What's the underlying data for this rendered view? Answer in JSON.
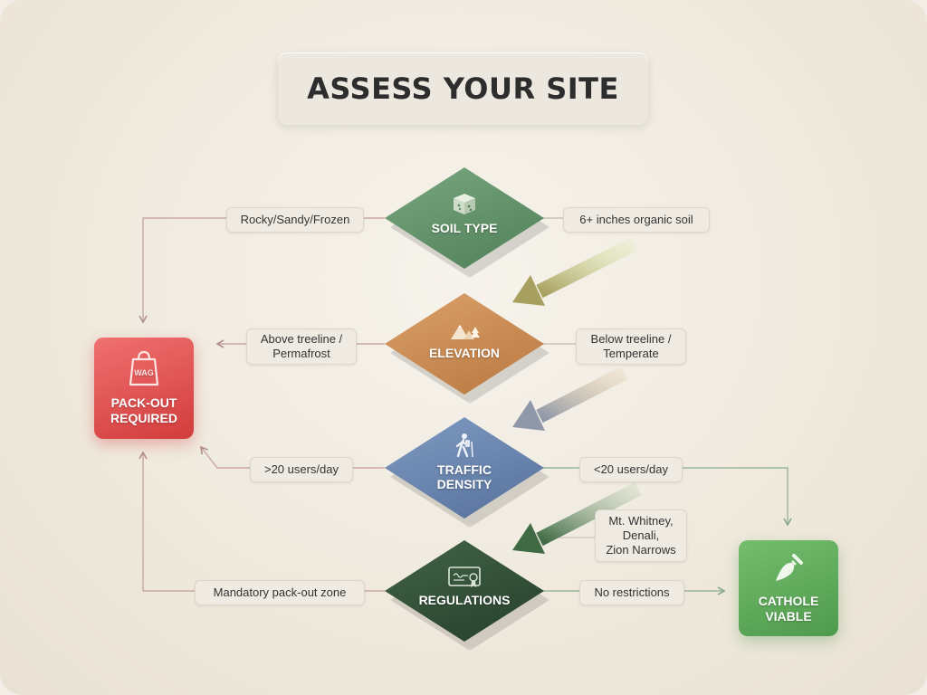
{
  "title": "ASSESS YOUR SITE",
  "nodes": {
    "soil": "SOIL TYPE",
    "elevation": "ELEVATION",
    "traffic": "TRAFFIC\nDENSITY",
    "regulations": "REGULATIONS"
  },
  "edges": {
    "soil_left": "Rocky/Sandy/Frozen",
    "soil_right": "6+ inches organic soil",
    "elev_left": "Above treeline /\nPermafrost",
    "elev_right": "Below treeline /\nTemperate",
    "traffic_left": ">20 users/day",
    "traffic_right": "<20 users/day",
    "traffic_note": "Mt. Whitney,\nDenali,\nZion Narrows",
    "reg_left": "Mandatory pack-out zone",
    "reg_right": "No restrictions"
  },
  "outcomes": {
    "packout": "PACK-OUT\nREQUIRED",
    "packout_bag_text": "WAG",
    "cathole": "CATHOLE\nVIABLE"
  },
  "colors": {
    "soil": "#5f8f68",
    "elevation": "#c98b52",
    "traffic": "#5f7aa0",
    "regulations": "#2f4a35",
    "packout": "#e05050",
    "cathole": "#5ea65a"
  }
}
